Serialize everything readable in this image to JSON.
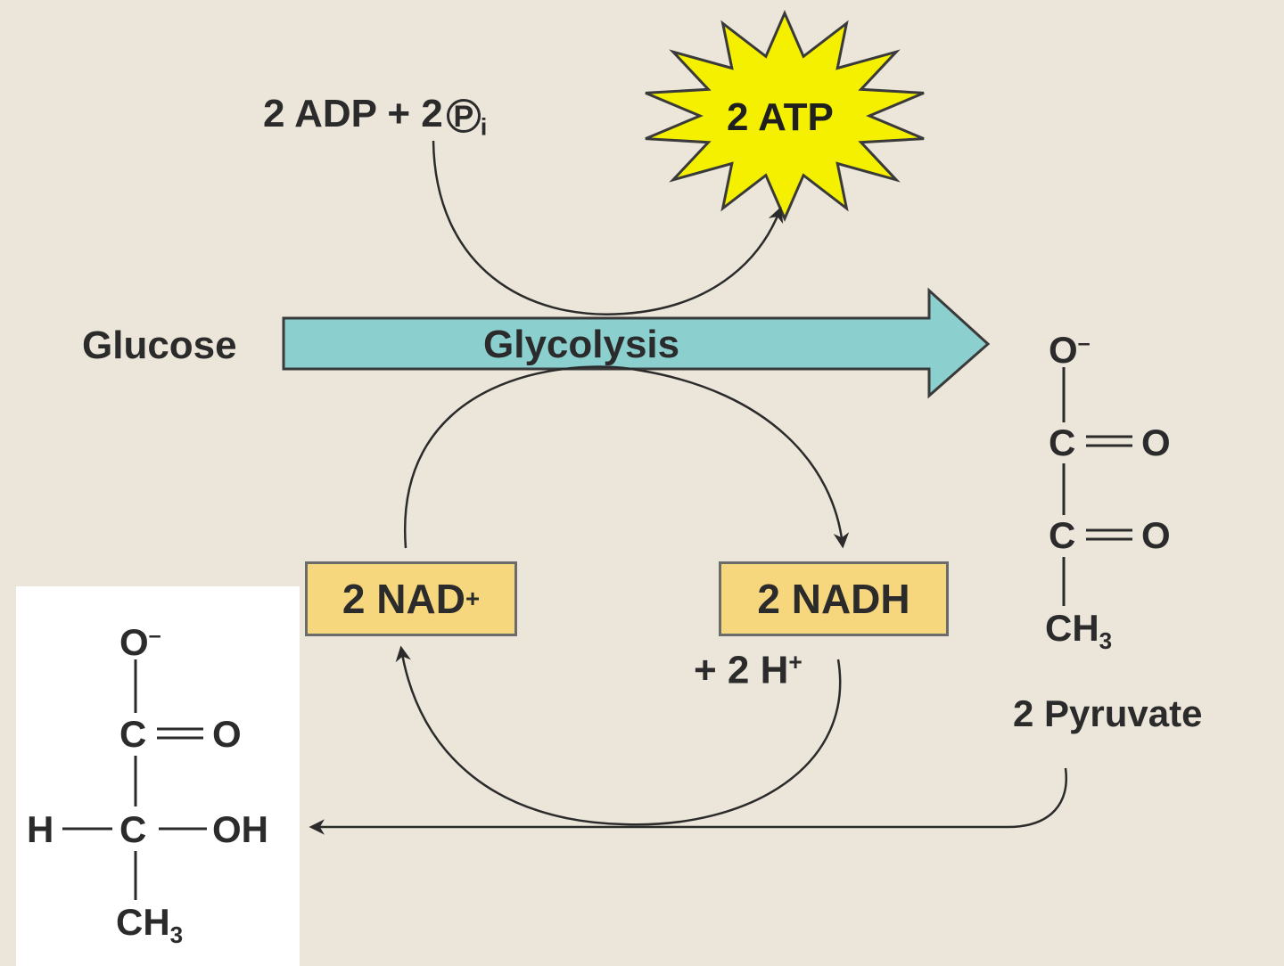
{
  "inputs": {
    "adp_label": "2 ADP + 2",
    "phosphate_symbol": "P",
    "phosphate_subscript": "i"
  },
  "atp_burst": {
    "label": "2 ATP",
    "fill_color": "#f5f000"
  },
  "glucose_label": "Glucose",
  "glycolysis_label": "Glycolysis",
  "glycolysis_arrow_color": "#8ccfcf",
  "nad": {
    "label": "2 NAD",
    "charge": "+"
  },
  "nadh": {
    "label": "2 NADH",
    "h_label": "+ 2 H",
    "h_charge": "+"
  },
  "box_color": "#f6d77e",
  "pyruvate": {
    "name": "2 Pyruvate",
    "atom_o_top": "O",
    "o_top_charge": "–",
    "atom_c1": "C",
    "atom_o1": "O",
    "atom_c2": "C",
    "atom_o2": "O",
    "atom_ch3": "CH",
    "ch3_sub": "3"
  },
  "lactate": {
    "atom_o_top": "O",
    "o_top_charge": "–",
    "atom_c1": "C",
    "atom_o1": "O",
    "atom_h": "H",
    "atom_c2": "C",
    "atom_oh": "OH",
    "atom_ch3": "CH",
    "ch3_sub": "3"
  }
}
